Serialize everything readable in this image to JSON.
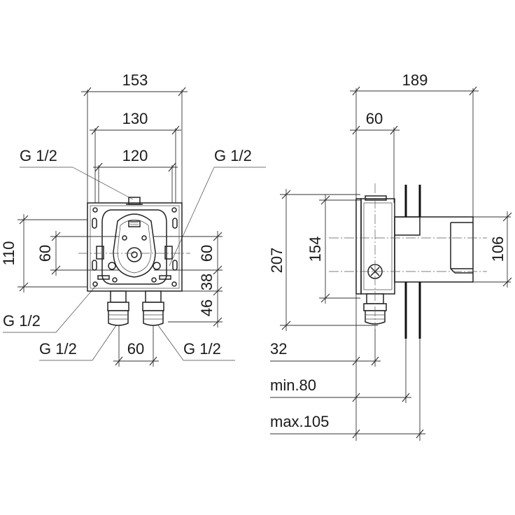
{
  "front_view": {
    "width_outer": "153",
    "width_mid": "130",
    "width_inner": "120",
    "thread_top_left": "G 1/2",
    "thread_top_right": "G 1/2",
    "height_outer": "110",
    "height_inner": "60",
    "height_inner_right": "60",
    "offset_38": "38",
    "offset_46": "46",
    "thread_left": "G 1/2",
    "thread_bottom_left": "G 1/2",
    "outlet_spacing": "60",
    "thread_bottom_right": "G 1/2"
  },
  "side_view": {
    "depth_total": "189",
    "depth_body": "60",
    "height_total": "207",
    "height_body": "154",
    "height_sleeve": "106",
    "depth_32": "32",
    "depth_min": "min.80",
    "depth_max": "max.105"
  }
}
